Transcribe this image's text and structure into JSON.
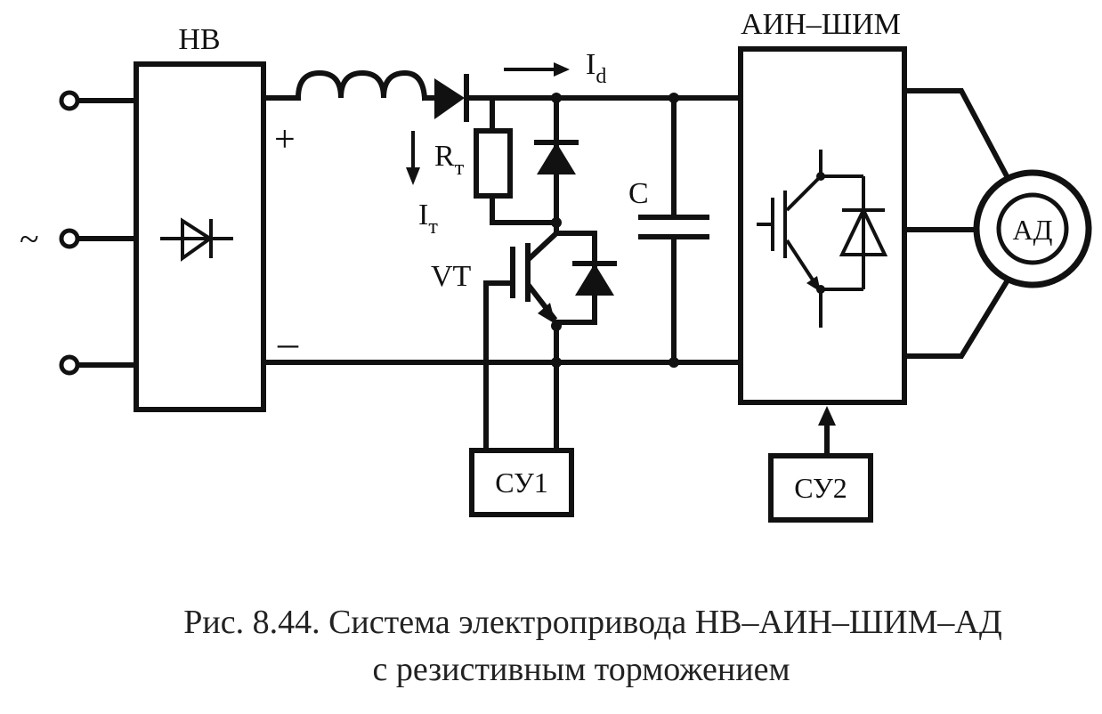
{
  "blocks": {
    "rectifier": "НВ",
    "inverter": "АИН–ШИМ",
    "motor": "АД",
    "control1": "СУ1",
    "control2": "СУ2"
  },
  "components": {
    "resistor": {
      "name": "R",
      "sub": "т"
    },
    "brake_current": {
      "name": "I",
      "sub": "т"
    },
    "dc_current": {
      "name": "I",
      "sub": "d"
    },
    "transistor": "VT",
    "capacitor": "C"
  },
  "terminals": {
    "ac_symbol": "~",
    "plus": "+",
    "minus": "–"
  },
  "caption": {
    "line1": "Рис. 8.44. Система электропривода НВ–АИН–ШИМ–АД",
    "line2": "с резистивным торможением"
  }
}
